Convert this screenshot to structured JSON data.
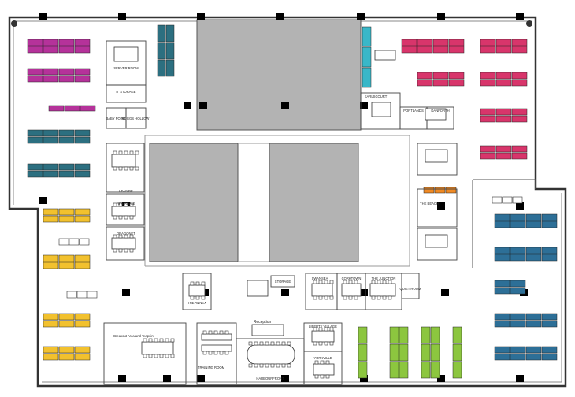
{
  "colors": {
    "magenta": "#b5329a",
    "teal_desk": "#2c6f80",
    "yellow": "#f2c12e",
    "pink": "#d8356b",
    "blue": "#2d6f97",
    "green": "#8cc63f",
    "cyan": "#39b7c8",
    "orange": "#f08a24",
    "core_gray": "#b3b3b3",
    "wall": "#333333",
    "column": "#000000"
  },
  "rooms": {
    "server_room": "SERVER ROOM",
    "it_storage": "IT STORAGE",
    "baby_point": "BABY POINT",
    "ruggs_hollow": "RUGGS HOLLOW",
    "leaside": "LEASIDE",
    "riverdale": "RIVERDALE",
    "dragonet": "DRAGONET",
    "earlscourt": "EARLSCOURT",
    "portlands": "PORTLANDS",
    "danforth": "DANFORTH",
    "the_beach": "THE BEACH",
    "the_annex": "THE ANNEX",
    "storage": "STORAGE",
    "swansea": "SWANSEA",
    "corktown": "CORKTOWN",
    "the_junction": "THE JUNCTION",
    "quiet_room": "QUIET ROOM",
    "breakout": "Breakout Area and Teapoint",
    "reception": "Reception",
    "training_room": "TRAINING ROOM",
    "harbourfront": "HARBOURFRONT",
    "liberty_village": "LIBERTY VILLAGE",
    "yorkville": "YORKVILLE"
  }
}
